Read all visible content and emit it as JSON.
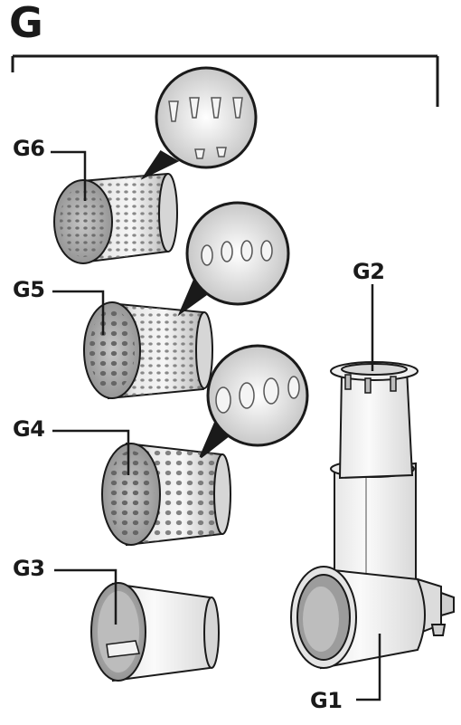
{
  "section": {
    "letter": "G"
  },
  "parts": [
    {
      "id": "G1",
      "label": "G1"
    },
    {
      "id": "G2",
      "label": "G2"
    },
    {
      "id": "G3",
      "label": "G3"
    },
    {
      "id": "G4",
      "label": "G4"
    },
    {
      "id": "G5",
      "label": "G5"
    },
    {
      "id": "G6",
      "label": "G6"
    }
  ],
  "colors": {
    "line": "#1a1a1a",
    "metal_light": "#f4f4f4",
    "metal_mid": "#cfcfcf",
    "metal_dark": "#8a8a8a"
  }
}
